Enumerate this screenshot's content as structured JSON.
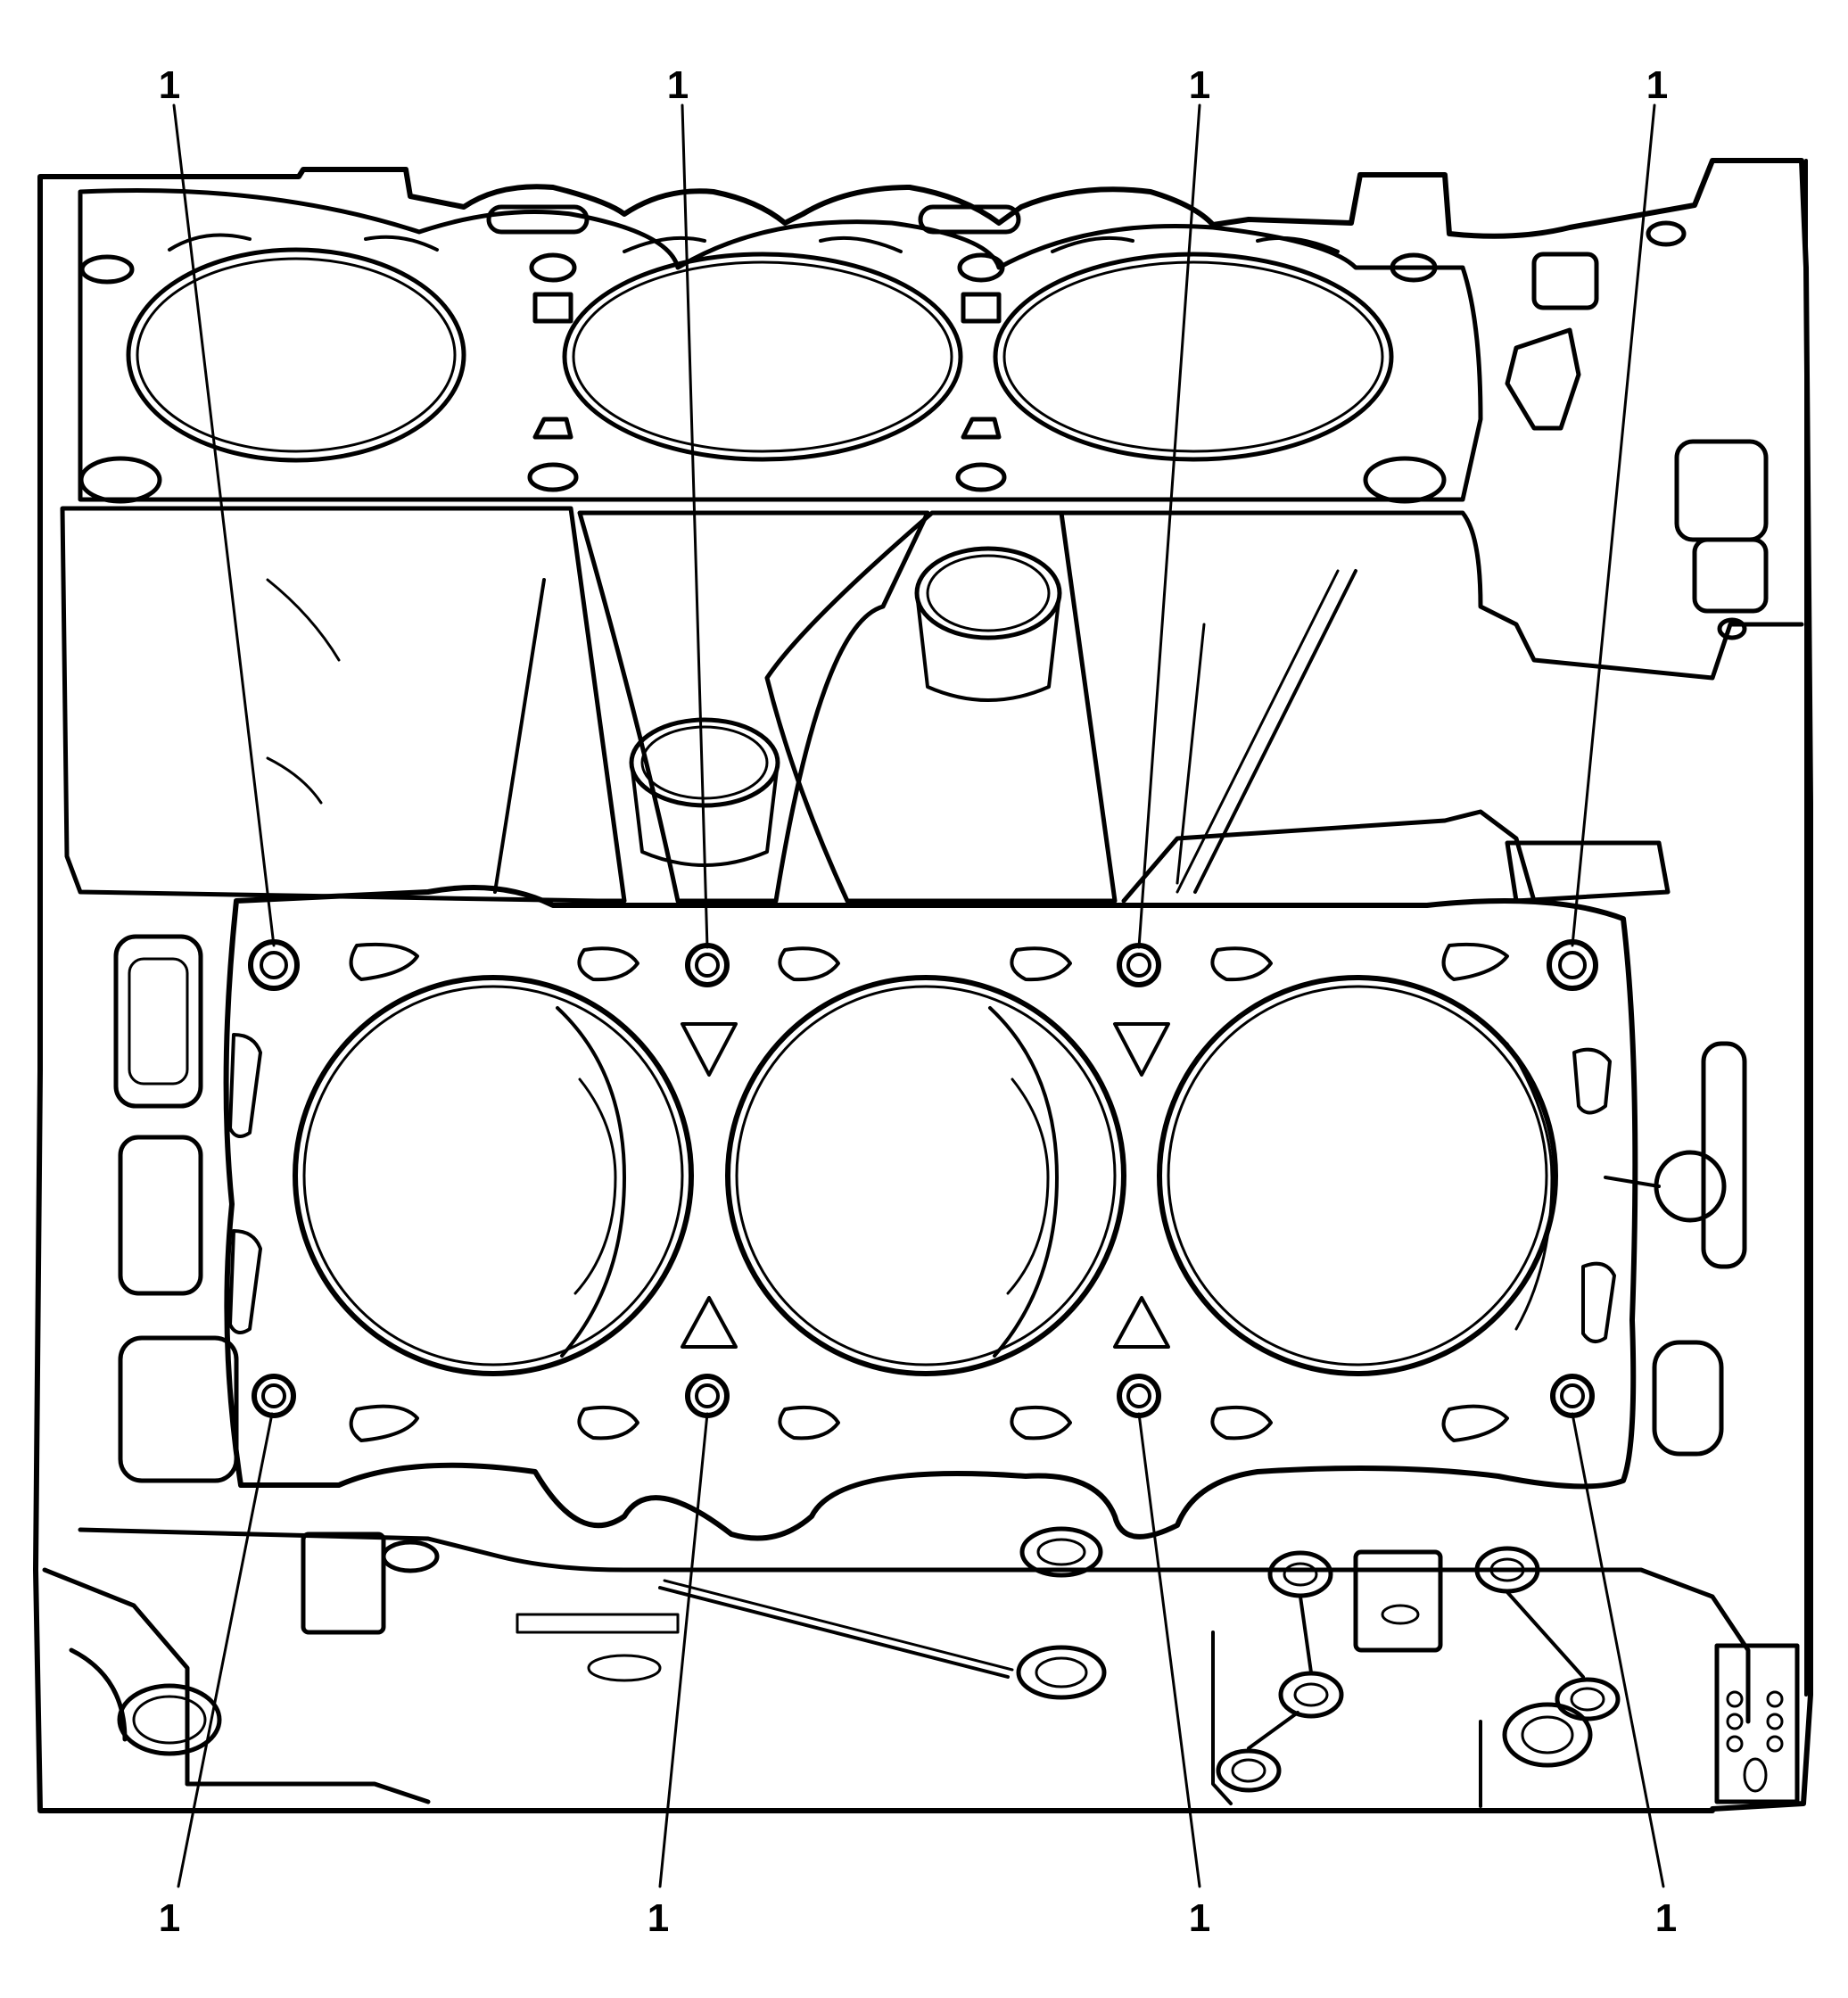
{
  "figure": {
    "stroke_color": "#000000",
    "background_color": "#ffffff"
  },
  "callouts": {
    "top": [
      "1",
      "1",
      "1",
      "1"
    ],
    "bottom": [
      "1",
      "1",
      "1",
      "1"
    ]
  }
}
